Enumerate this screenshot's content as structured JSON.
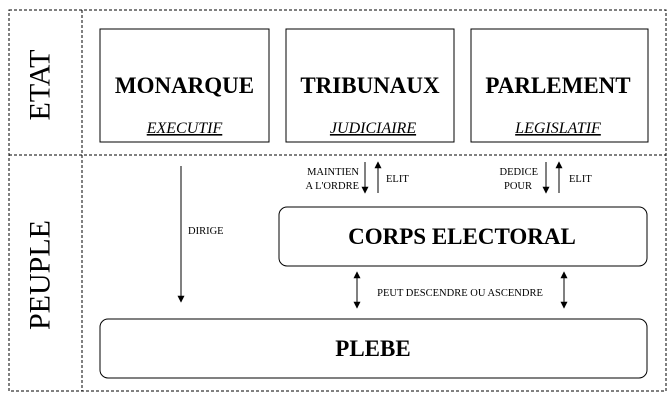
{
  "sections": {
    "etat": "ETAT",
    "peuple": "PEUPLE"
  },
  "powers": [
    {
      "title": "MONARQUE",
      "subtitle": "EXECUTIF"
    },
    {
      "title": "TRIBUNAUX",
      "subtitle": "JUDICIAIRE"
    },
    {
      "title": "PARLEMENT",
      "subtitle": "LEGISLATIF"
    }
  ],
  "corps": "CORPS ELECTORAL",
  "plebe": "PLEBE",
  "labels": {
    "dirige": "DIRIGE",
    "maintien_1": "MAINTIEN",
    "maintien_2": "A L'ORDRE",
    "elit_tribunaux": "ELIT",
    "dedice_1": "DEDICE",
    "dedice_2": "POUR",
    "elit_parlement": "ELIT",
    "peut": "PEUT DESCENDRE OU ASCENDRE"
  }
}
